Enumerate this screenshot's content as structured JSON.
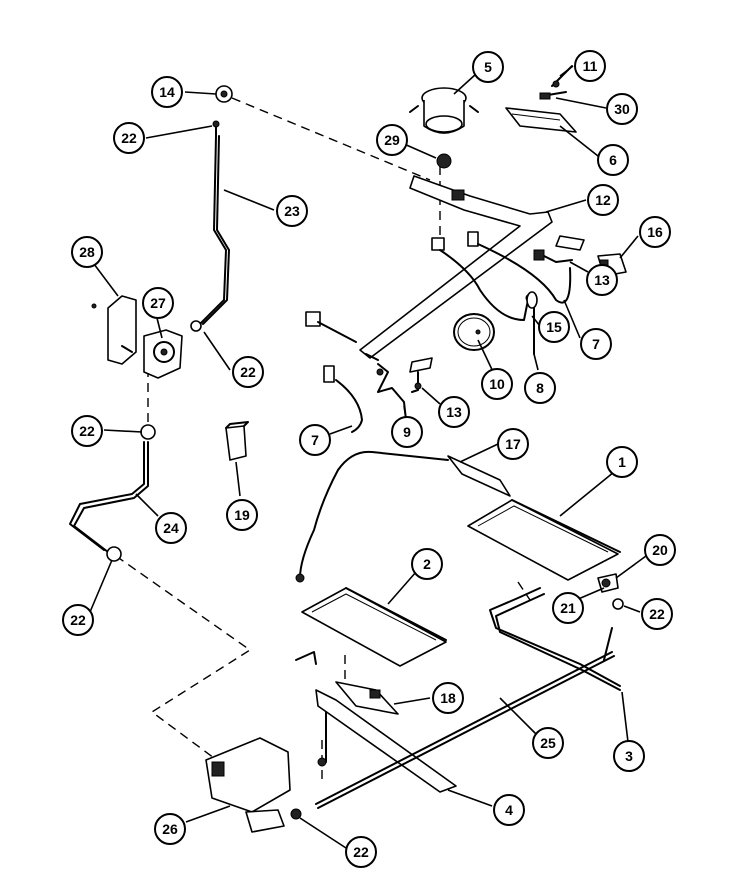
{
  "callouts": [
    {
      "id": "c5",
      "label": "5"
    },
    {
      "id": "c11",
      "label": "11"
    },
    {
      "id": "c14",
      "label": "14"
    },
    {
      "id": "c30",
      "label": "30"
    },
    {
      "id": "c22a",
      "label": "22"
    },
    {
      "id": "c29",
      "label": "29"
    },
    {
      "id": "c6",
      "label": "6"
    },
    {
      "id": "c12",
      "label": "12"
    },
    {
      "id": "c23",
      "label": "23"
    },
    {
      "id": "c16",
      "label": "16"
    },
    {
      "id": "c28",
      "label": "28"
    },
    {
      "id": "c27",
      "label": "27"
    },
    {
      "id": "c13a",
      "label": "13"
    },
    {
      "id": "c15",
      "label": "15"
    },
    {
      "id": "c7a",
      "label": "7"
    },
    {
      "id": "c22b",
      "label": "22"
    },
    {
      "id": "c10",
      "label": "10"
    },
    {
      "id": "c8",
      "label": "8"
    },
    {
      "id": "c13b",
      "label": "13"
    },
    {
      "id": "c22c",
      "label": "22"
    },
    {
      "id": "c9",
      "label": "9"
    },
    {
      "id": "c7b",
      "label": "7"
    },
    {
      "id": "c17",
      "label": "17"
    },
    {
      "id": "c1",
      "label": "1"
    },
    {
      "id": "c24",
      "label": "24"
    },
    {
      "id": "c19",
      "label": "19"
    },
    {
      "id": "c20",
      "label": "20"
    },
    {
      "id": "c2",
      "label": "2"
    },
    {
      "id": "c21",
      "label": "21"
    },
    {
      "id": "c22d",
      "label": "22"
    },
    {
      "id": "c22e",
      "label": "22"
    },
    {
      "id": "c18",
      "label": "18"
    },
    {
      "id": "c25",
      "label": "25"
    },
    {
      "id": "c3",
      "label": "3"
    },
    {
      "id": "c4",
      "label": "4"
    },
    {
      "id": "c26",
      "label": "26"
    },
    {
      "id": "c22f",
      "label": "22"
    }
  ]
}
